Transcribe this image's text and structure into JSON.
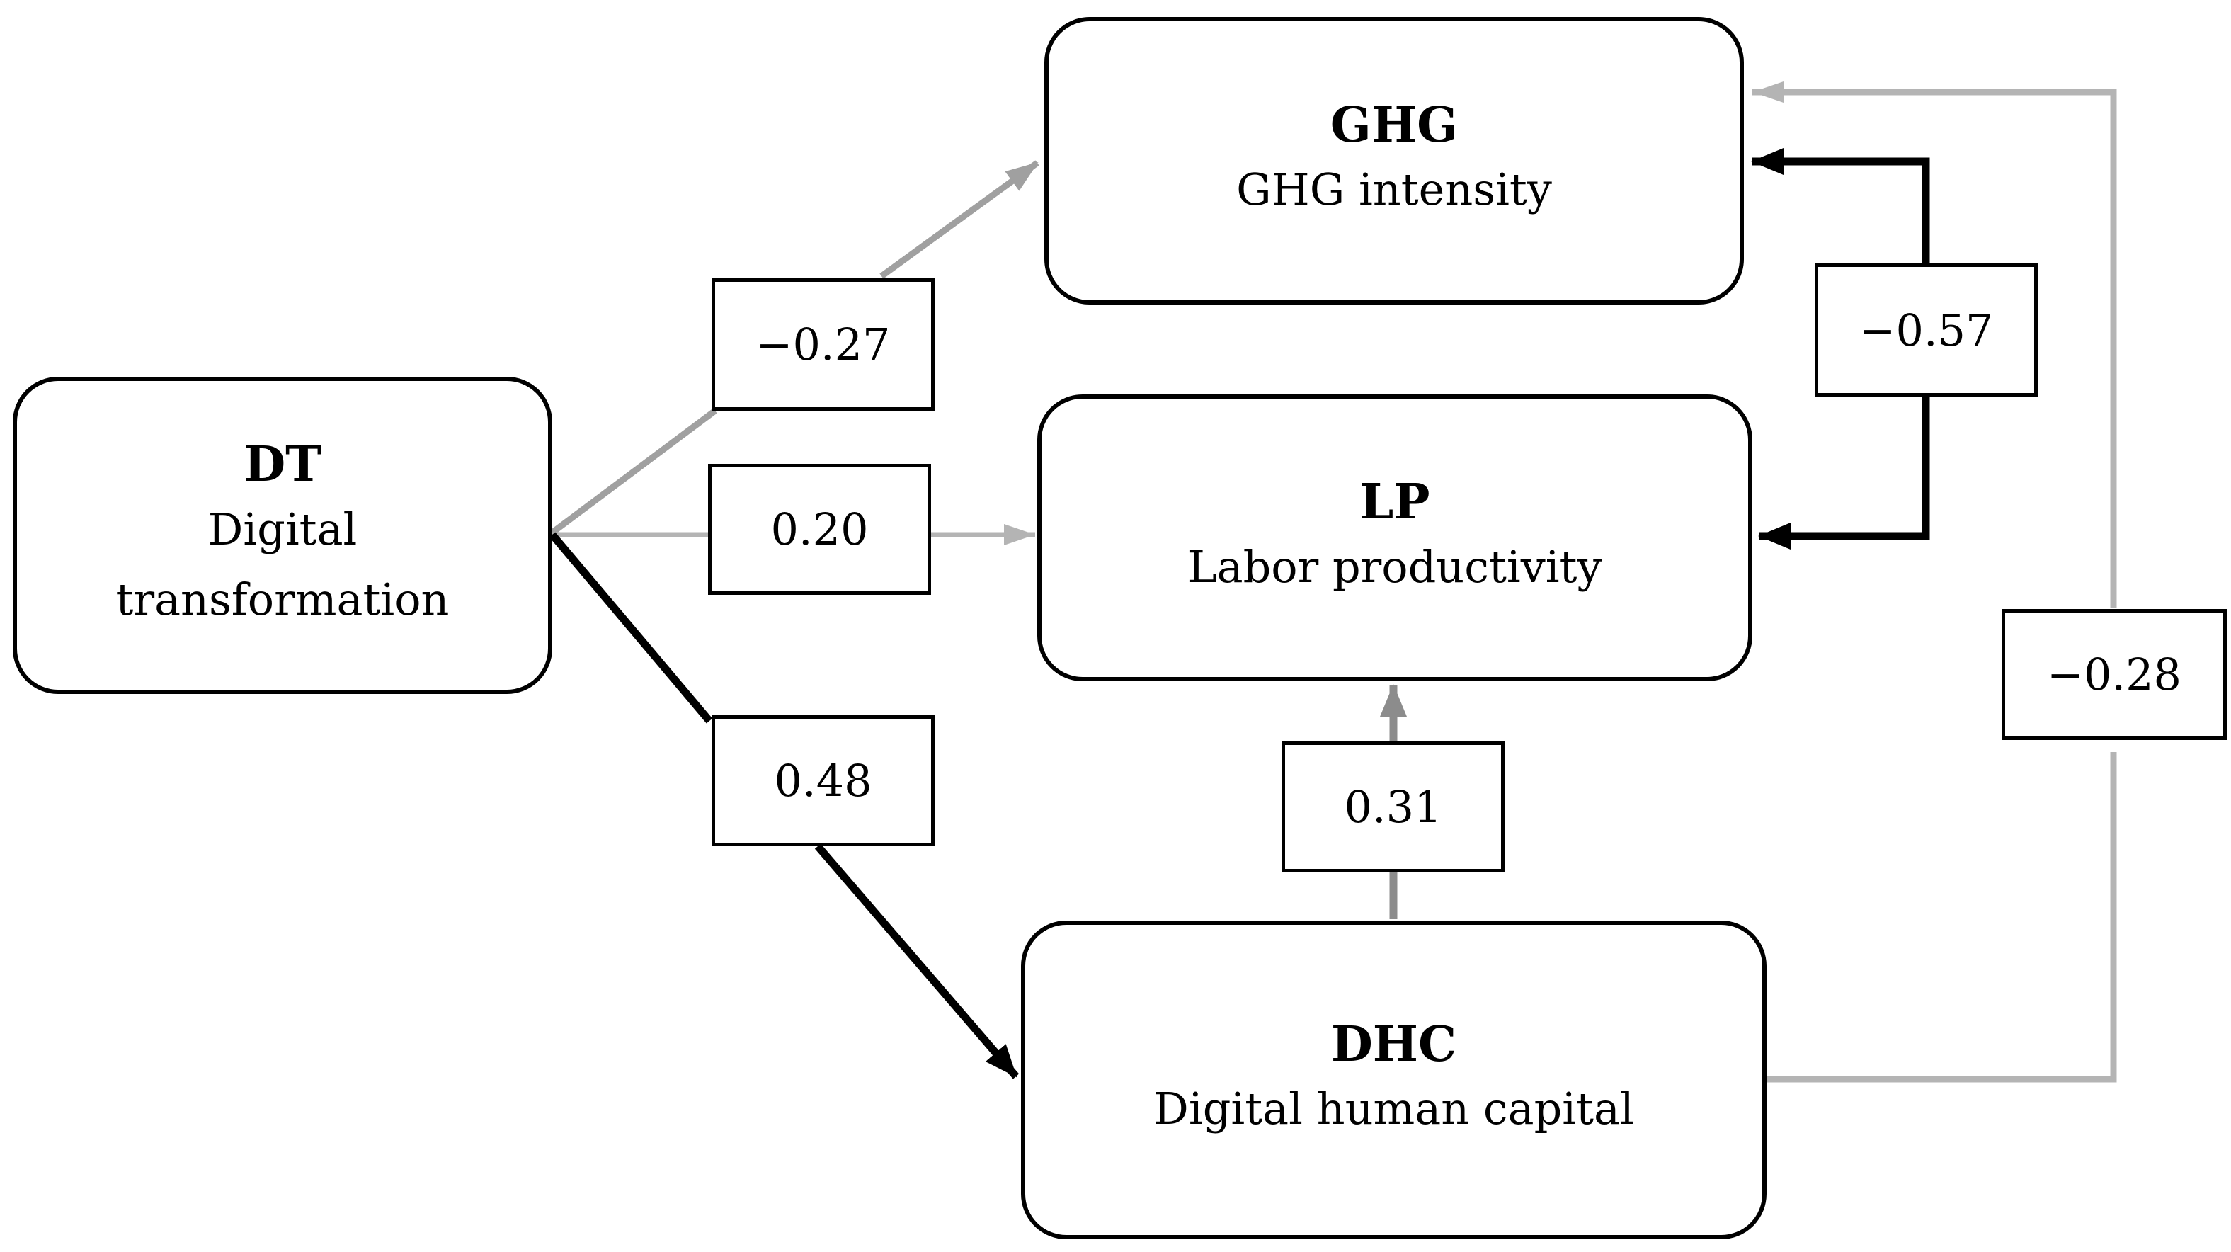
{
  "colors": {
    "black": "#000000",
    "gray_dark": "#8c8c8c",
    "gray_mid": "#a0a0a0",
    "gray_light": "#b4b4b4"
  },
  "nodes": {
    "dt": {
      "title": "DT",
      "desc": "Digital\ntransformation"
    },
    "ghg": {
      "title": "GHG",
      "desc": "GHG intensity"
    },
    "lp": {
      "title": "LP",
      "desc": "Labor productivity"
    },
    "dhc": {
      "title": "DHC",
      "desc": "Digital human capital"
    }
  },
  "paths": {
    "dt_ghg": {
      "coef": "−0.27"
    },
    "dt_lp": {
      "coef": "0.20"
    },
    "dt_dhc": {
      "coef": "0.48"
    },
    "dhc_lp": {
      "coef": "0.31"
    },
    "lp_ghg": {
      "coef": "−0.57"
    },
    "dhc_ghg": {
      "coef": "−0.28"
    }
  }
}
